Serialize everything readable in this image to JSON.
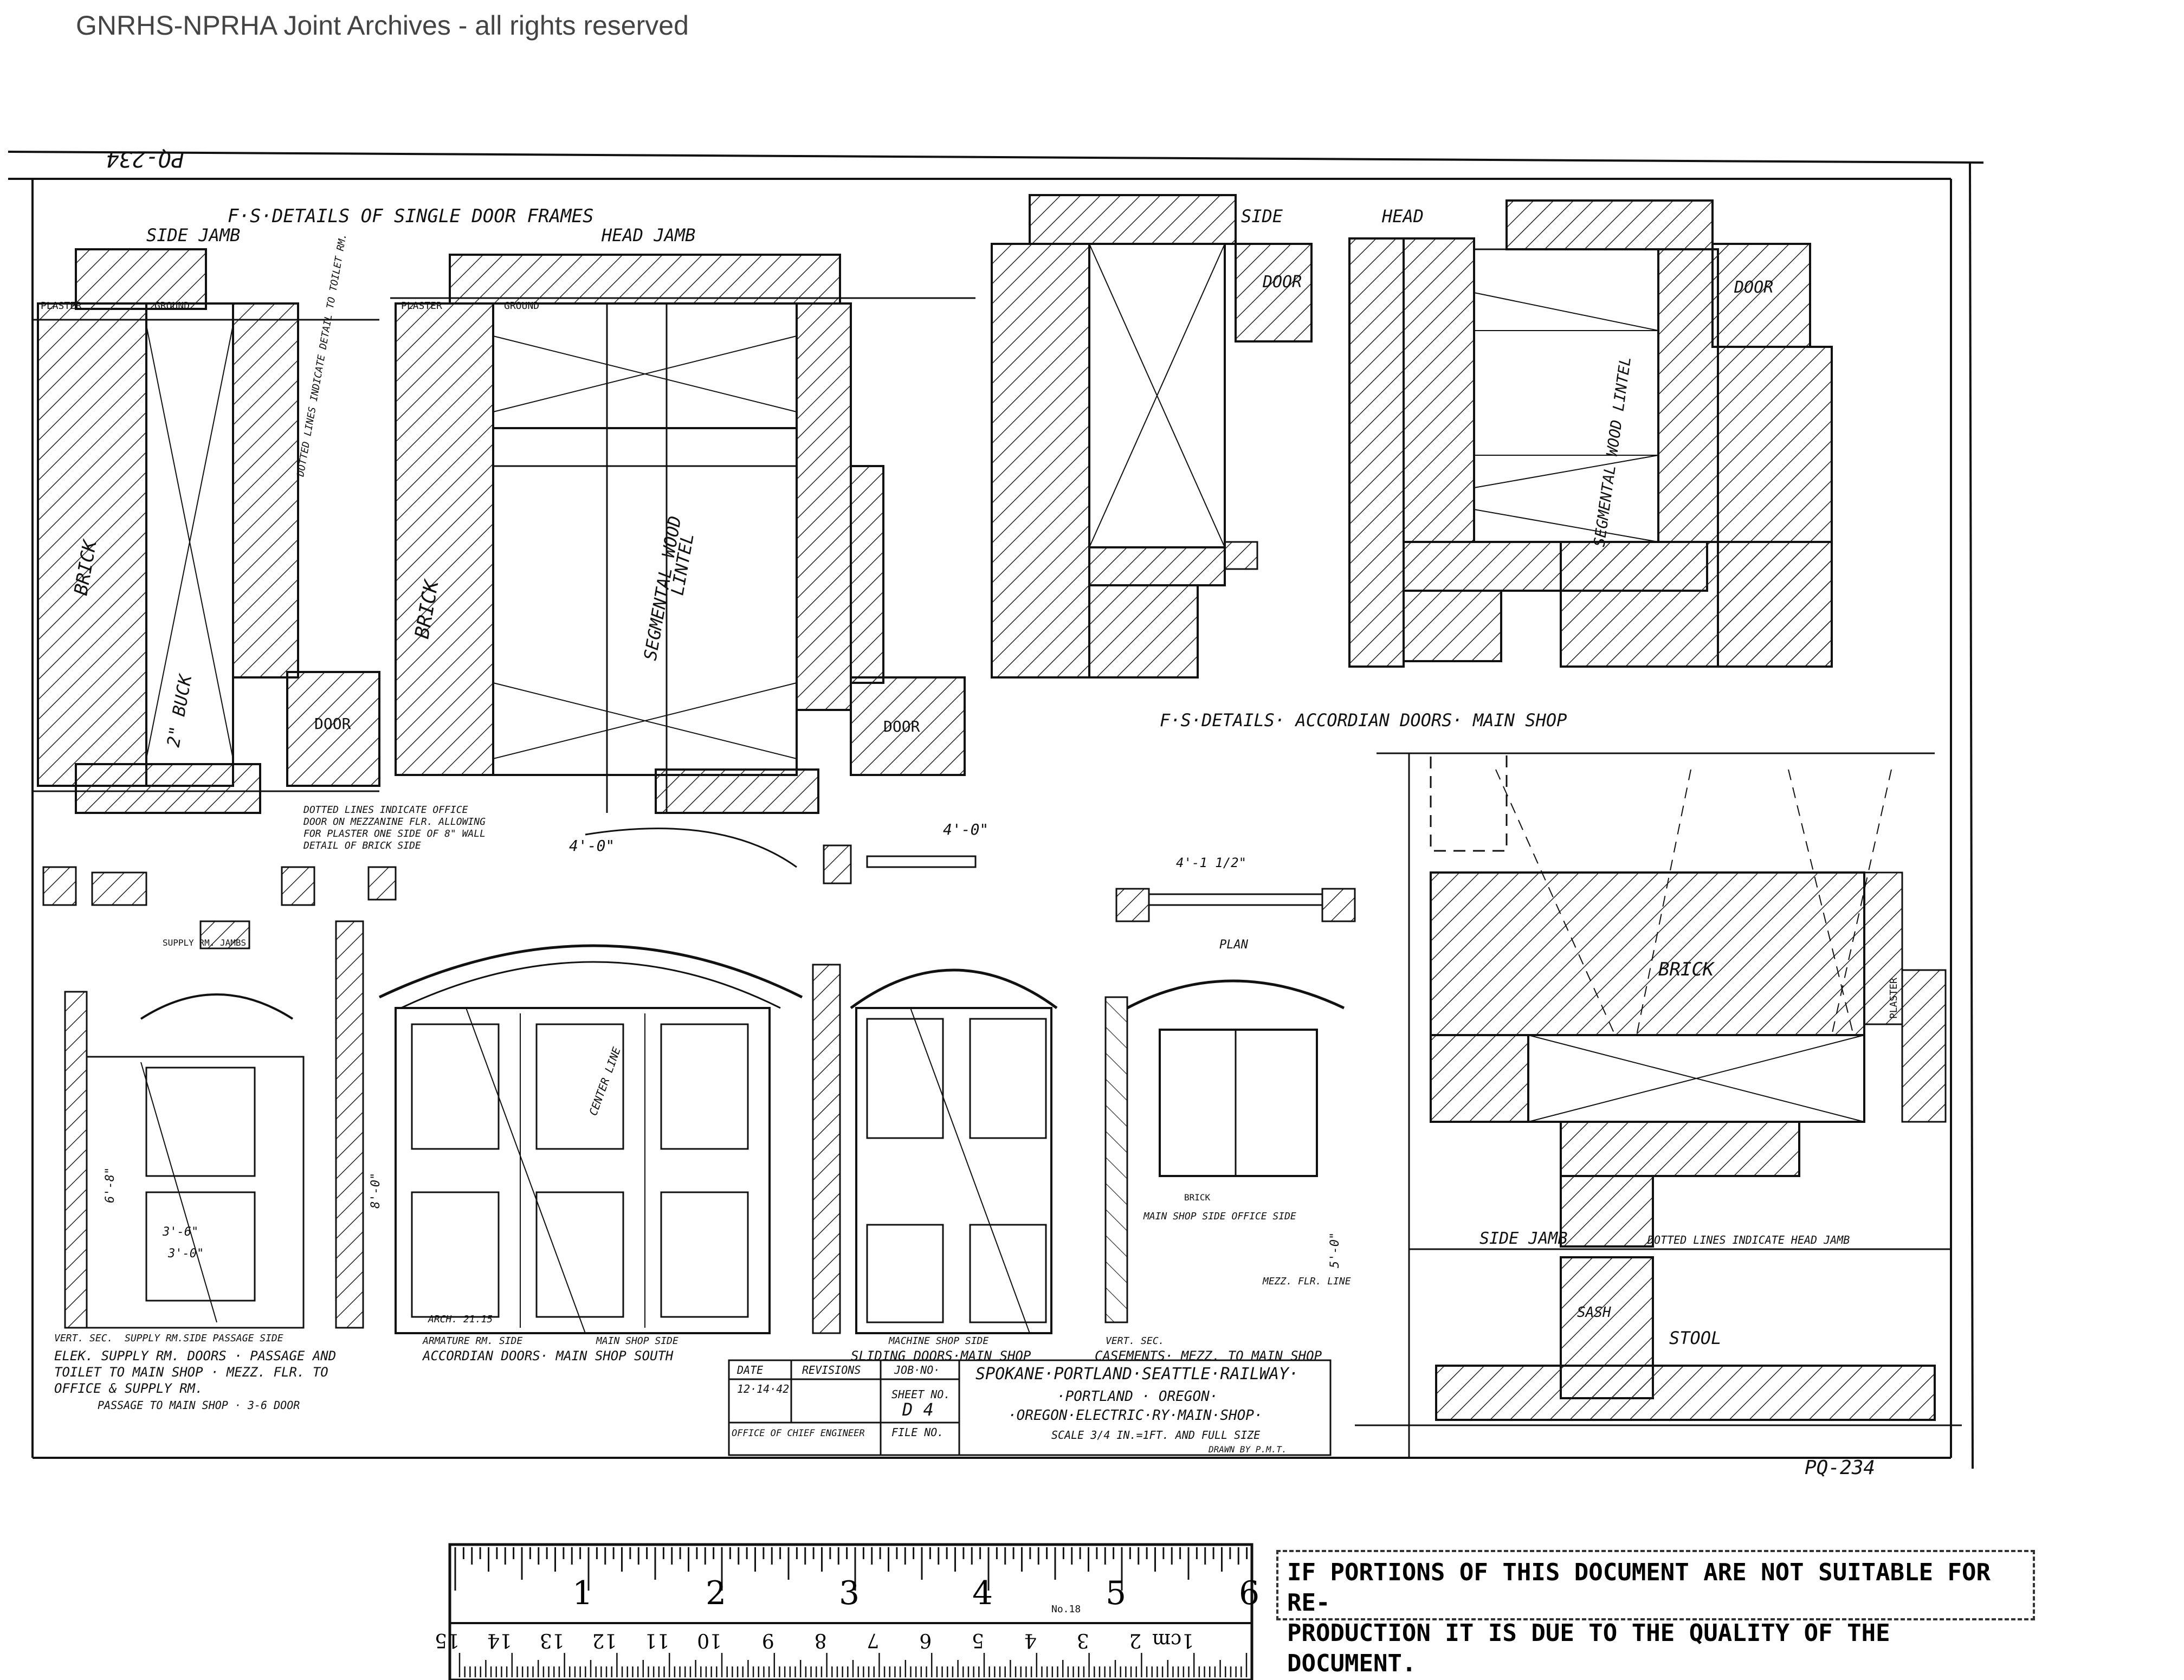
{
  "archive_header": "GNRHS-NPRHA Joint Archives - all rights reserved",
  "drawing_number_top": "PQ-234",
  "drawing_number_bottom": "PQ-234",
  "sections": {
    "single_door_title": "F·S·DETAILS OF SINGLE DOOR FRAMES",
    "side_jamb": "SIDE JAMB",
    "head_jamb": "HEAD JAMB",
    "side": "SIDE",
    "head": "HEAD",
    "door": "DOOR",
    "brick": "BRICK",
    "two_x_buck": "2\" BUCK",
    "segmental_wood_lintel_a": "SEGMENTAL WOOD",
    "segmental_wood_lintel_b": "LINTEL",
    "segmental_wood_lintel_right": "SEGMENTAL WOOD LINTEL",
    "plaster": "PLASTER",
    "ground": "GROUND",
    "dotted_note_side": "DOTTED LINES INDICATE DETAIL TO TOILET RM.",
    "dotted_note_office_1": "DOTTED LINES INDICATE OFFICE",
    "dotted_note_office_2": "DOOR ON MEZZANINE FLR. ALLOWING",
    "dotted_note_office_3": "FOR PLASTER ONE SIDE OF 8\" WALL",
    "dotted_note_office_4": "DETAIL OF BRICK SIDE",
    "accordian_title": "F·S·DETAILS· ACCORDIAN DOORS· MAIN SHOP",
    "brick_right": "BRICK",
    "plaster_right": "PLASTER",
    "side_jamb_right": "SIDE JAMB",
    "dotted_head_jamb": "DOTTED LINES INDICATE HEAD JAMB",
    "sash": "SASH",
    "stool": "STOOL",
    "plan": "PLAN"
  },
  "elevations": {
    "elev1_vert_sec": "VERT. SEC.",
    "elev1_supply_side": "SUPPLY RM.SIDE PASSAGE SIDE",
    "elev1_caption_1": "ELEK. SUPPLY RM. DOORS · PASSAGE AND",
    "elev1_caption_2": "TOILET TO MAIN SHOP · MEZZ. FLR. TO",
    "elev1_caption_3": "OFFICE & SUPPLY RM.",
    "elev1_caption_4": "PASSAGE TO MAIN SHOP · 3-6 DOOR",
    "elev1_dim_a": "3'-6\"",
    "elev1_dim_b": "3'-0\"",
    "elev1_dim_c": "6'-8\"",
    "elev1_jamb_note": "SUPPLY RM. JAMBS",
    "elev2_width": "4'-0\"",
    "elev2_armature": "ARMATURE RM. SIDE",
    "elev2_main_shop": "MAIN SHOP SIDE",
    "elev2_caption": "ACCORDIAN DOORS· MAIN SHOP SOUTH",
    "elev2_arch": "ARCH. 21.15",
    "elev2_center_line": "CENTER LINE",
    "elev2_dim": "8'-0\"",
    "elev3_width": "4'-0\"",
    "elev3_machine": "MACHINE SHOP SIDE",
    "elev3_caption": "SLIDING DOORS·MAIN SHOP",
    "elev4_dim_top": "4'-1 1/2\"",
    "elev4_vert_sec": "VERT. SEC.",
    "elev4_main_shop": "MAIN SHOP SIDE  OFFICE SIDE",
    "elev4_caption": "CASEMENTS· MEZZ. TO MAIN SHOP",
    "elev4_mezz": "MEZZ. FLR. LINE",
    "elev4_brick": "BRICK",
    "elev4_dim_v": "5'-0\""
  },
  "title_block": {
    "date_header": "DATE",
    "revisions_header": "REVISIONS",
    "job_no_header": "JOB·NO·",
    "date_value": "12·14·42",
    "sheet_no_label": "SHEET NO.",
    "sheet_no_value": "D 4",
    "office_label": "OFFICE OF CHIEF ENGINEER",
    "file_no_label": "FILE NO.",
    "line1": "SPOKANE·PORTLAND·SEATTLE·RAILWAY·",
    "line2": "·PORTLAND · OREGON·",
    "line3": "·OREGON·ELECTRIC·RY·MAIN·SHOP·",
    "line4": "SCALE 3/4 IN.=1FT. AND FULL SIZE",
    "drawn_by": "DRAWN BY  P.M.T."
  },
  "ruler": {
    "inch_labels": [
      "1",
      "2",
      "3",
      "4",
      "5",
      "6"
    ],
    "cm_labels": [
      "1cm",
      "2",
      "3",
      "4",
      "5",
      "6",
      "7",
      "8",
      "9",
      "10",
      "11",
      "12",
      "13",
      "14",
      "15"
    ],
    "model_label": "No.18"
  },
  "disclaimer": {
    "line1": "IF PORTIONS OF THIS DOCUMENT ARE NOT SUITABLE FOR RE-",
    "line2": "PRODUCTION IT IS DUE TO THE QUALITY OF THE DOCUMENT."
  },
  "colors": {
    "ink": "#111111",
    "paper": "#ffffff",
    "header_gray": "#444444"
  }
}
